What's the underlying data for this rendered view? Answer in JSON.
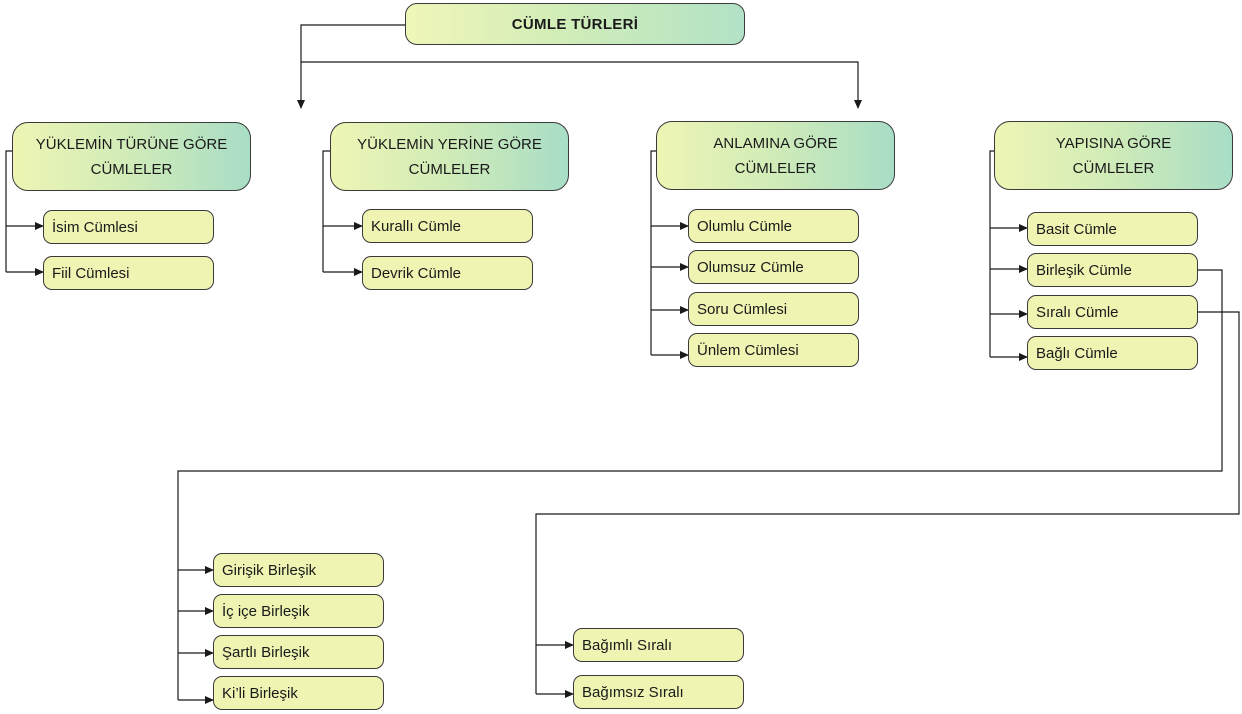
{
  "title": "CÜMLE TÜRLERİ",
  "categories": [
    {
      "label": "YÜKLEMİN TÜRÜNE GÖRE\nCÜMLELER",
      "items": [
        "İsim Cümlesi",
        "Fiil Cümlesi"
      ]
    },
    {
      "label": "YÜKLEMİN YERİNE GÖRE\nCÜMLELER",
      "items": [
        "Kurallı Cümle",
        "Devrik Cümle"
      ]
    },
    {
      "label": "ANLAMINA GÖRE\nCÜMLELER",
      "items": [
        "Olumlu Cümle",
        "Olumsuz Cümle",
        "Soru Cümlesi",
        "Ünlem Cümlesi"
      ]
    },
    {
      "label": "YAPISINA GÖRE\nCÜMLELER",
      "items": [
        "Basit Cümle",
        "Birleşik Cümle",
        "Sıralı Cümle",
        "Bağlı Cümle"
      ]
    }
  ],
  "birlesik_types": [
    "Girişik Birleşik",
    "İç içe Birleşik",
    "Şartlı Birleşik",
    "Ki’li Birleşik"
  ],
  "sirali_types": [
    "Bağımlı Sıralı",
    "Bağımsız Sıralı"
  ],
  "colors": {
    "box_fill": "#eff4b2",
    "gradient_start": "#eef5b4",
    "gradient_end": "#a8ddc6",
    "border": "#3a3a3a"
  }
}
